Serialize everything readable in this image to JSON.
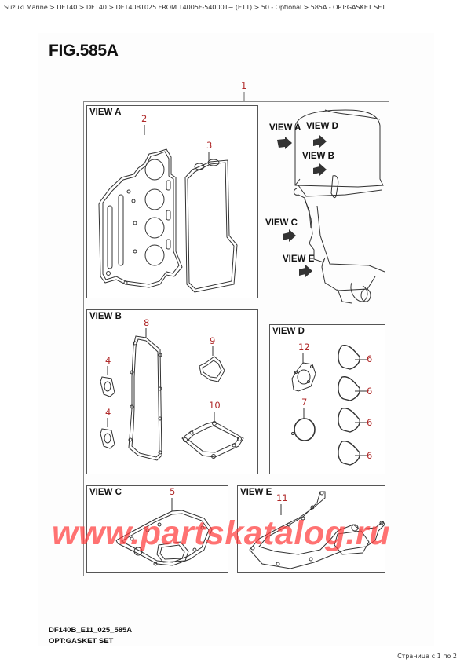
{
  "breadcrumb": {
    "items": [
      "Suzuki Marine",
      "DF140",
      "DF140",
      "DF140BT025 FROM 14005F-540001~ (E11)",
      "50 - Optional",
      "585A - OPT:GASKET SET"
    ],
    "text": "Suzuki Marine > DF140 > DF140 > DF140BT025 FROM 14005F-540001~ (E11) > 50 - Optional > 585A - OPT:GASKET SET"
  },
  "figure": {
    "title": "FIG.585A",
    "main_callout": "1",
    "views": {
      "a": {
        "label": "VIEW A",
        "callouts": [
          "2",
          "3"
        ]
      },
      "b": {
        "label": "VIEW B",
        "callouts": [
          "8",
          "9",
          "4",
          "4",
          "10"
        ]
      },
      "c": {
        "label": "VIEW C",
        "callouts": [
          "5"
        ]
      },
      "d": {
        "label": "VIEW D",
        "callouts": [
          "12",
          "7",
          "6",
          "6",
          "6",
          "6"
        ]
      },
      "e": {
        "label": "VIEW E",
        "callouts": [
          "11"
        ]
      }
    },
    "motor_labels": {
      "view_a": "VIEW A",
      "view_d": "VIEW D",
      "view_b": "VIEW B",
      "view_c": "VIEW C",
      "view_e": "VIEW E"
    },
    "colors": {
      "callout": "#b02a2a",
      "frame": "#8a8a8a",
      "watermark": "#ff5050"
    }
  },
  "watermark": "www.partskatalog.ru",
  "footer": {
    "code": "DF140B_E11_025_585A",
    "title": "OPT:GASKET SET",
    "pager": "Страница с 1 по 2"
  }
}
